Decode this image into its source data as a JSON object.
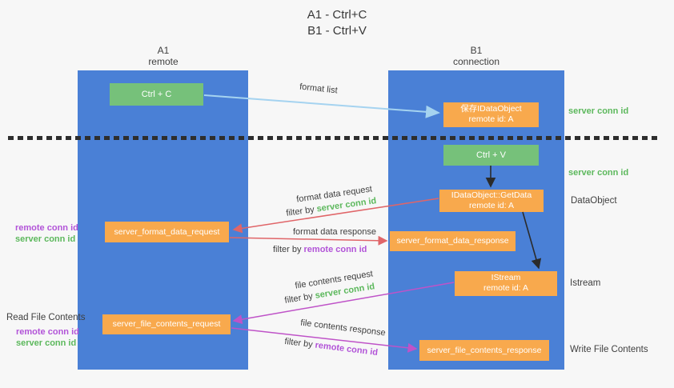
{
  "title": {
    "line1": "A1 - Ctrl+C",
    "line2": "B1 - Ctrl+V"
  },
  "columns": {
    "a": {
      "name": "A1",
      "role": "remote"
    },
    "b": {
      "name": "B1",
      "role": "connection"
    }
  },
  "nodes": {
    "ctrl_c": "Ctrl + C",
    "ctrl_v": "Ctrl + V",
    "save_idataobject": {
      "line1": "保存IDataObject",
      "line2": "remote id: A"
    },
    "idataobject_getdata": {
      "line1": "IDataObject::GetData",
      "line2": "remote id: A"
    },
    "server_format_data_request": "server_format_data_request",
    "server_format_data_response": "server_format_data_response",
    "istream": {
      "line1": "IStream",
      "line2": "remote id: A"
    },
    "server_file_contents_request": "server_file_contents_request",
    "server_file_contents_response": "server_file_contents_response"
  },
  "side_labels": {
    "server_conn_id_top": "server conn id",
    "server_conn_id_mid": "server conn id",
    "dataobject": "DataObject",
    "istream": "Istream",
    "write_file_contents": "Write File Contents",
    "read_file_contents": "Read File Contents",
    "format_row_remote": "remote conn id",
    "format_row_server": "server conn id",
    "file_row_remote": "remote conn id",
    "file_row_server": "server conn id"
  },
  "edge_labels": {
    "format_list": "format list",
    "format_data_request": "format data request",
    "format_data_response": "format data response",
    "file_contents_request": "file contents request",
    "file_contents_response": "file contents response",
    "filter_by": "filter by ",
    "server_conn_id": "server conn id",
    "remote_conn_id": "remote conn id"
  },
  "colors": {
    "column_fill": "#4A80D6",
    "node_fill": "#F8A94D",
    "key_fill": "#76C17A",
    "server_conn_id_text": "#5CB85C",
    "remote_conn_id_text": "#B254D8",
    "format_arrow_red": "#E06568",
    "contents_arrow_magenta": "#BF53C8",
    "format_list_arrow_blue": "#A5D3F0",
    "black_arrow": "#2B2B2B",
    "background": "#F7F7F7"
  }
}
